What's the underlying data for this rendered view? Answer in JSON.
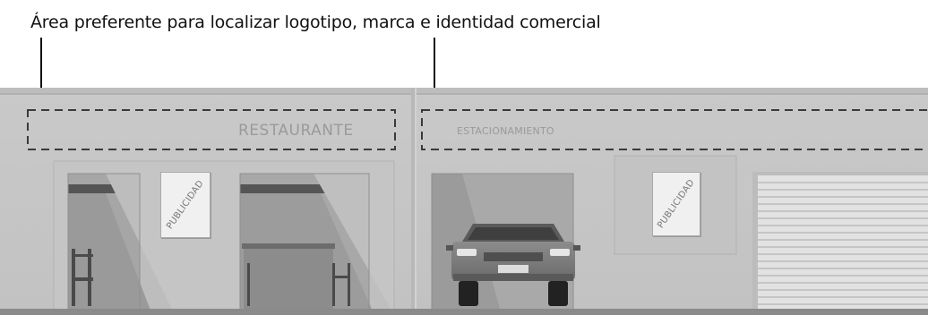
{
  "caption": "Área preferente para localizar logotipo, marca e identidad comercial",
  "signs": {
    "restaurant": "RESTAURANTE",
    "parking": "ESTACIONAMIENTO"
  },
  "posters": {
    "left": "PUBLICIDAD",
    "right": "PUBLICIDAD"
  }
}
